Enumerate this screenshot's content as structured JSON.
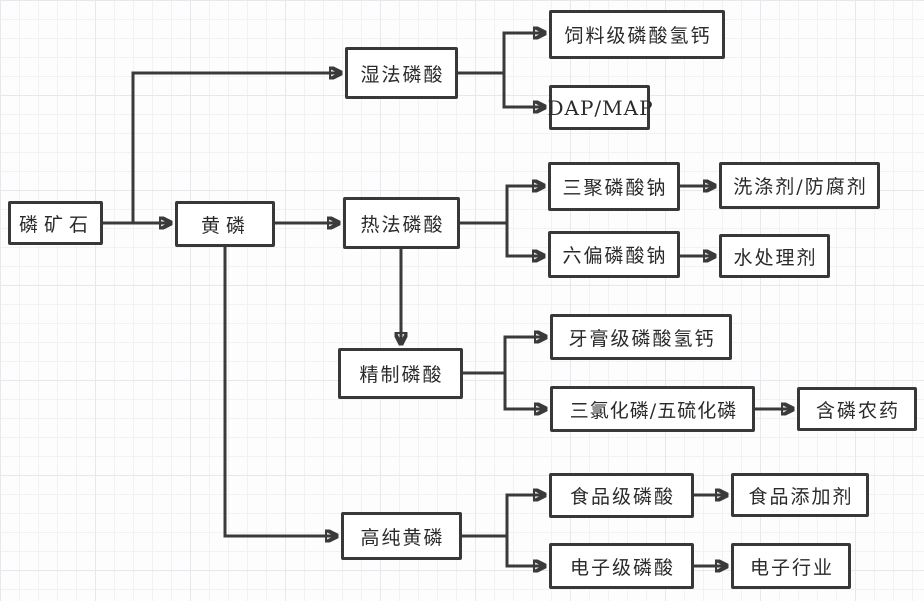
{
  "diagram": {
    "type": "flowchart",
    "subject": "phosphorus-chemical-industry-chain",
    "colors": {
      "line": "#3a3a3a",
      "box_border": "#383838",
      "box_fill": "#ffffff",
      "grid_minor": "#f2f2f4",
      "grid_major": "#e8e8ec",
      "background": "#fdfdfe"
    },
    "nodes": {
      "ore": {
        "label": "磷矿石"
      },
      "yellow_p": {
        "label": "黄磷"
      },
      "wet_acid": {
        "label": "湿法磷酸"
      },
      "thermal_acid": {
        "label": "热法磷酸"
      },
      "refined_acid": {
        "label": "精制磷酸"
      },
      "high_purity_p": {
        "label": "高纯黄磷"
      },
      "feed_dcp": {
        "label": "饲料级磷酸氢钙"
      },
      "dap_map": {
        "label": "DAP/MAP"
      },
      "stpp": {
        "label": "三聚磷酸钠"
      },
      "detergent": {
        "label": "洗涤剂/防腐剂"
      },
      "shmp": {
        "label": "六偏磷酸钠"
      },
      "water_treat": {
        "label": "水处理剂"
      },
      "toothpaste_dcp": {
        "label": "牙膏级磷酸氢钙"
      },
      "pcl3_p2s5": {
        "label": "三氯化磷/五硫化磷"
      },
      "pesticide": {
        "label": "含磷农药"
      },
      "food_acid": {
        "label": "食品级磷酸"
      },
      "food_additive": {
        "label": "食品添加剂"
      },
      "electronic_acid": {
        "label": "电子级磷酸"
      },
      "electronics": {
        "label": "电子行业"
      }
    },
    "edges": [
      {
        "from": "ore",
        "to": "yellow_p"
      },
      {
        "from": "ore",
        "to": "wet_acid"
      },
      {
        "from": "wet_acid",
        "to": "feed_dcp"
      },
      {
        "from": "wet_acid",
        "to": "dap_map"
      },
      {
        "from": "yellow_p",
        "to": "thermal_acid"
      },
      {
        "from": "yellow_p",
        "to": "high_purity_p"
      },
      {
        "from": "thermal_acid",
        "to": "stpp"
      },
      {
        "from": "thermal_acid",
        "to": "shmp"
      },
      {
        "from": "thermal_acid",
        "to": "refined_acid"
      },
      {
        "from": "stpp",
        "to": "detergent"
      },
      {
        "from": "shmp",
        "to": "water_treat"
      },
      {
        "from": "refined_acid",
        "to": "toothpaste_dcp"
      },
      {
        "from": "refined_acid",
        "to": "pcl3_p2s5"
      },
      {
        "from": "pcl3_p2s5",
        "to": "pesticide"
      },
      {
        "from": "high_purity_p",
        "to": "food_acid"
      },
      {
        "from": "high_purity_p",
        "to": "electronic_acid"
      },
      {
        "from": "food_acid",
        "to": "food_additive"
      },
      {
        "from": "electronic_acid",
        "to": "electronics"
      }
    ]
  }
}
